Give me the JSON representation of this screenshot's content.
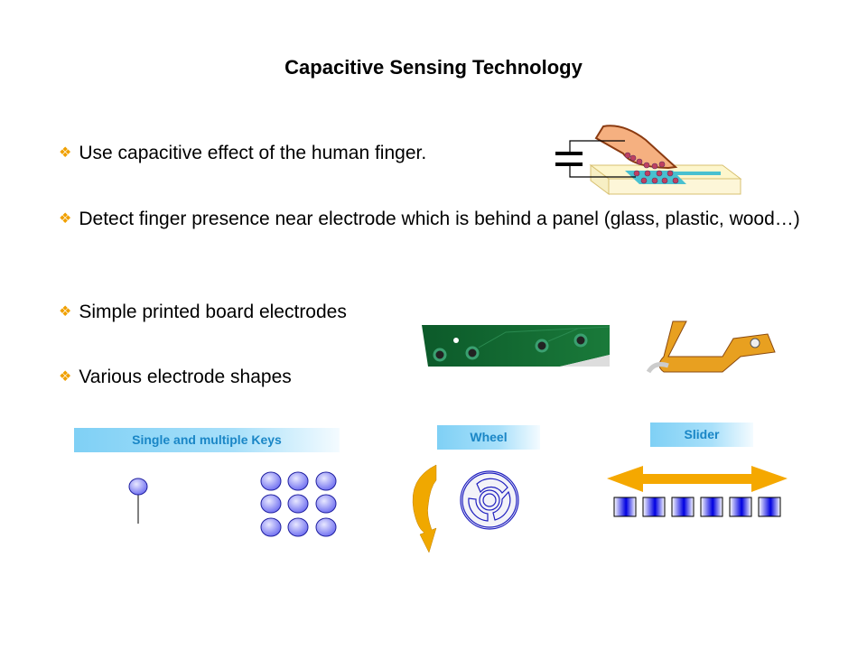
{
  "title": "Capacitive Sensing Technology",
  "bullets": [
    "Use capacitive effect of the human finger.",
    "Detect finger presence near electrode which is behind a panel (glass, plastic, wood…)",
    "Simple printed board electrodes",
    "Various electrode shapes"
  ],
  "bullet_icon": "diamond-cluster-icon",
  "labels": {
    "keys": "Single  and  multiple  Keys",
    "wheel": "Wheel",
    "slider": "Slider"
  },
  "colors": {
    "accent_orange": "#f5a800",
    "electrode_blue": "#3030d0",
    "label_text": "#1a86c6"
  }
}
